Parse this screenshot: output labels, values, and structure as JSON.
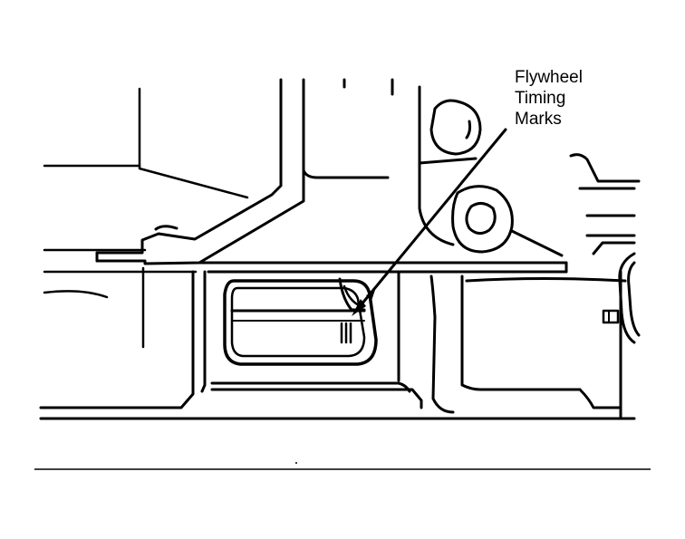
{
  "callout": {
    "lines": [
      "Flywheel",
      "Timing",
      "Marks"
    ]
  },
  "colors": {
    "ink": "#000000",
    "paper": "#ffffff"
  }
}
